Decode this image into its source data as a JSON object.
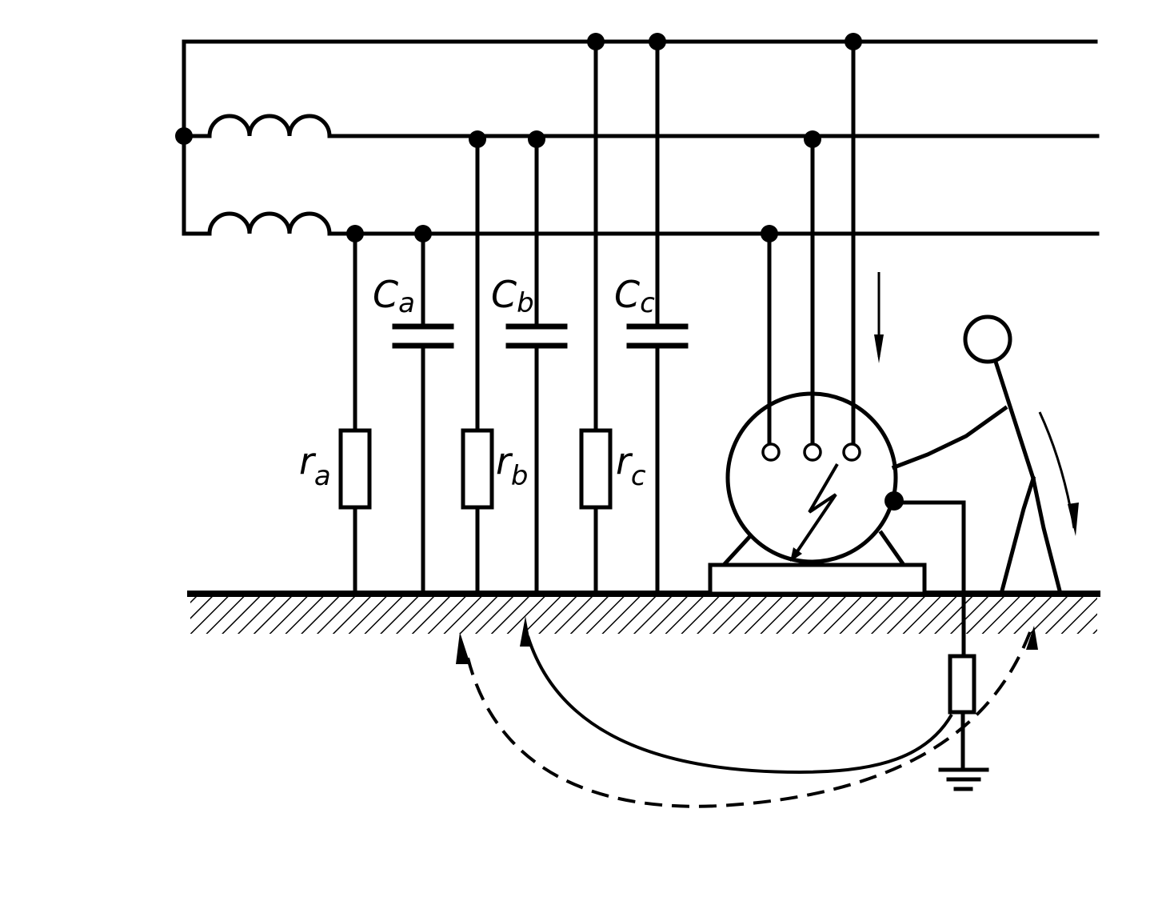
{
  "labels": {
    "ca": {
      "main": "C",
      "sub": "a"
    },
    "cb": {
      "main": "C",
      "sub": "b"
    },
    "cc": {
      "main": "C",
      "sub": "c"
    },
    "ra": {
      "main": "r",
      "sub": "a"
    },
    "rb": {
      "main": "r",
      "sub": "b"
    },
    "rc": {
      "main": "r",
      "sub": "c"
    }
  }
}
